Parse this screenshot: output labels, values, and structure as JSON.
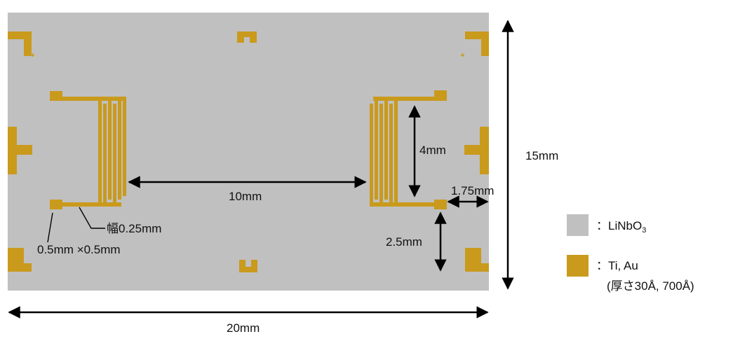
{
  "colors": {
    "substrate": "#c0c0c0",
    "electrode": "#c99a1c",
    "arrow": "#000000"
  },
  "dimensions": {
    "width": "20mm",
    "height": "15mm",
    "gap": "10mm",
    "aperture": "4mm",
    "edge_margin": "1.75mm",
    "bottom_margin": "2.5mm",
    "line_width": "幅0.25mm",
    "pad_size": "0.5mm ×0.5mm"
  },
  "legend": {
    "substrate_prefix": "：LiNbO",
    "substrate_sub": "3",
    "electrode_label": "：Ti, Au",
    "electrode_note": "(厚さ30Å, 700Å)"
  }
}
